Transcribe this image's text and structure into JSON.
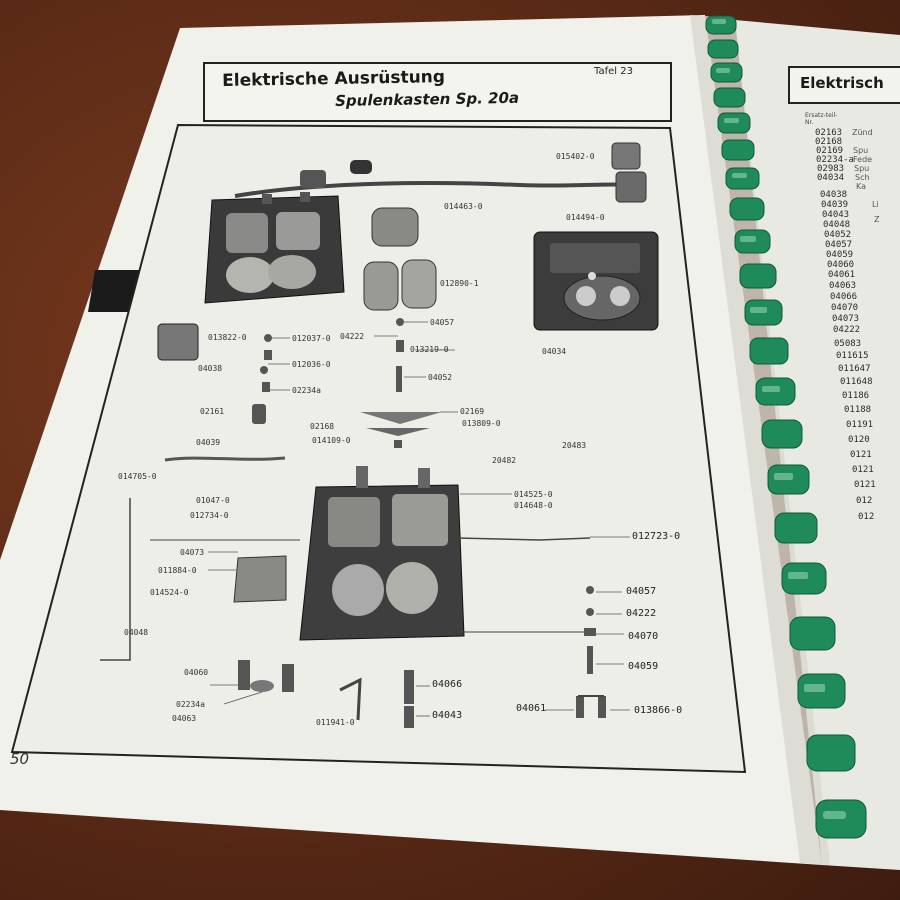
{
  "left_page": {
    "title": "Elektrische Ausrüstung",
    "subtitle": "Spulenkasten Sp. 20a",
    "tafel": "Tafel 23",
    "page_number": "50"
  },
  "diagram_labels": [
    "04034",
    "04038",
    "04039",
    "012037-0",
    "012036-0",
    "02234a",
    "02161",
    "013822-0",
    "04222",
    "04057",
    "013219-0",
    "04052",
    "02169",
    "02168",
    "013809-0",
    "014109-0",
    "20483",
    "20482",
    "014525-0",
    "014648-0",
    "012723-0",
    "014705-0",
    "01047-0",
    "012734-0",
    "04073",
    "011884-0",
    "014524-0",
    "04048",
    "04060",
    "02234a",
    "04063",
    "011941-0",
    "04066",
    "04043",
    "04057",
    "04222",
    "04070",
    "04059",
    "04061",
    "013866-0",
    "012890-1",
    "014494-0",
    "014463-0",
    "015402-0"
  ],
  "right_page": {
    "title": "Elektrisch",
    "column_head": "Ersatz-teil-Nr.",
    "part_numbers": [
      "02163",
      "02168",
      "02169",
      "02234-a",
      "02983",
      "04034",
      "04038",
      "04039",
      "04043",
      "04048",
      "04052",
      "04057",
      "04059",
      "04060",
      "04061",
      "04063",
      "04066",
      "04070",
      "04073",
      "04222",
      "05083",
      "011615",
      "011647",
      "011648",
      "01186",
      "01188",
      "01191",
      "0120",
      "0121",
      "0121",
      "0121",
      "012",
      "012"
    ],
    "descriptions": [
      "Zünd",
      "Spu",
      "Fede",
      "Spu",
      "Sch",
      "Ka",
      "Li",
      "Z"
    ]
  },
  "colors": {
    "paper": "#eeeeea",
    "spiral": "#1f8a5a",
    "table": "#5a2a16"
  }
}
